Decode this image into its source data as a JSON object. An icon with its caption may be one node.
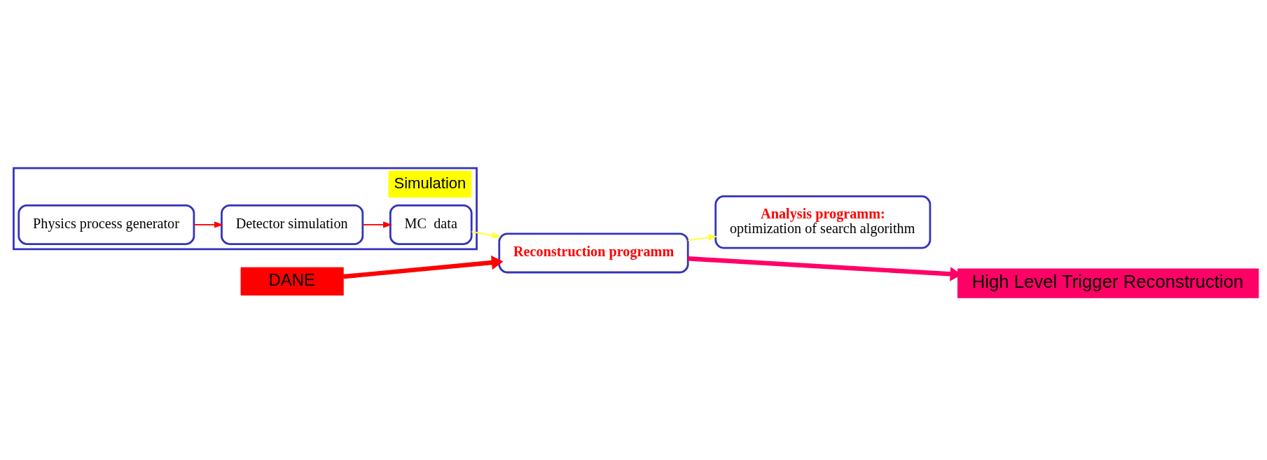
{
  "diagram": {
    "nodes": [
      {
        "text": [
          "Simulation"
        ]
      },
      {
        "text": [
          "Physics process generator"
        ],
        "in": 0
      },
      {
        "text": [
          "Detector simulation"
        ],
        "in": 0
      },
      {
        "text": [
          "MC  data"
        ],
        "in": 0
      },
      {
        "text": [
          "DANE"
        ]
      },
      {
        "text": [
          "Reconstruction programm"
        ]
      },
      {
        "text": [
          "Analysis programm:",
          "optimization of search algorithm"
        ]
      },
      {
        "text": [
          "High Level Trigger Reconstruction"
        ]
      }
    ],
    "edges": [
      {
        "from": 1,
        "to": 2,
        "arrow": "to"
      },
      {
        "from": 2,
        "to": 3,
        "arrow": "to"
      },
      {
        "from": 3,
        "to": 5,
        "arrow": "to",
        "color": "#ffff33"
      },
      {
        "from": 5,
        "to": 6,
        "arrow": "to",
        "color": "#ffff33"
      },
      {
        "from": 4,
        "to": 5,
        "arrow": "to",
        "style": "thick"
      },
      {
        "from": 5,
        "to": 7,
        "arrow": "to",
        "style": "thick",
        "color": "#ff0066"
      }
    ]
  }
}
